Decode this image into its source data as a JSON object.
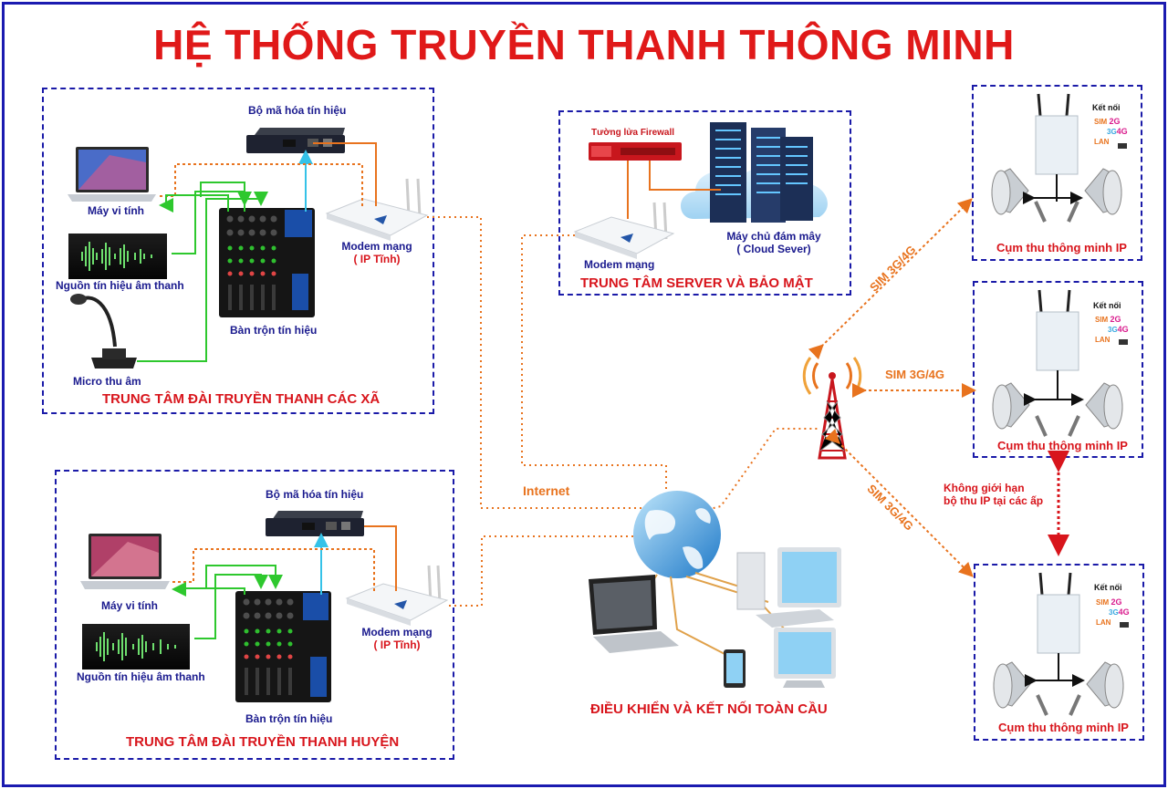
{
  "title": "HỆ THỐNG TRUYỀN THANH THÔNG MINH",
  "colors": {
    "title": "#e01919",
    "frame": "#1b1bb0",
    "dashed_box": "#1a1aa8",
    "label": "#1a1a8e",
    "audio_link": "#2ec82e",
    "video_link": "#35c2e8",
    "ethernet_link": "#e8731e",
    "internet_link": "#e8731e",
    "wireless_link": "#e8731e",
    "limit_link": "#d8151c"
  },
  "commune_center": {
    "section_title": "TRUNG TÂM ĐÀI TRUYỀN THANH CÁC XÃ",
    "encoder": "Bộ mã hóa tín hiệu",
    "computer": "Máy vi tính",
    "audio_source": "Nguồn tín hiệu âm thanh",
    "microphone": "Micro thu âm",
    "mixer": "Bàn trộn tín hiệu",
    "modem_line1": "Modem mạng",
    "modem_line2": "( IP Tĩnh)"
  },
  "district_center": {
    "section_title": "TRUNG TÂM ĐÀI TRUYỀN THANH HUYỆN",
    "encoder": "Bộ mã hóa tín hiệu",
    "computer": "Máy vi tính",
    "audio_source": "Nguồn tín hiệu âm thanh",
    "mixer": "Bàn trộn tín hiệu",
    "modem_line1": "Modem mạng",
    "modem_line2": "( IP Tĩnh)"
  },
  "server_center": {
    "section_title": "TRUNG TÂM SERVER VÀ BẢO MẬT",
    "firewall": "Tường lửa Firewall",
    "modem": "Modem mạng",
    "cloud_line1": "Máy chủ đám mây",
    "cloud_line2": "( Cloud Sever)"
  },
  "global": {
    "internet": "Internet",
    "title": "ĐIỀU KHIỂN VÀ KẾT NỐI TOÀN CẦU"
  },
  "tower_links": [
    "SIM 3G/4G",
    "SIM 3G/4G",
    "SIM 3G/4G"
  ],
  "limit_note": {
    "line1": "Không giới hạn",
    "line2": "bộ thu IP tại các ấp"
  },
  "receivers": [
    {
      "label": "Cụm thu thông minh IP",
      "connect": "Kết nối",
      "sim": "SIM",
      "g2": "2G",
      "g3": "3G",
      "g4": "4G",
      "lan": "LAN"
    },
    {
      "label": "Cụm thu thông minh IP",
      "connect": "Kết nối",
      "sim": "SIM",
      "g2": "2G",
      "g3": "3G",
      "g4": "4G",
      "lan": "LAN"
    },
    {
      "label": "Cụm thu thông minh IP",
      "connect": "Kết nối",
      "sim": "SIM",
      "g2": "2G",
      "g3": "3G",
      "g4": "4G",
      "lan": "LAN"
    }
  ]
}
